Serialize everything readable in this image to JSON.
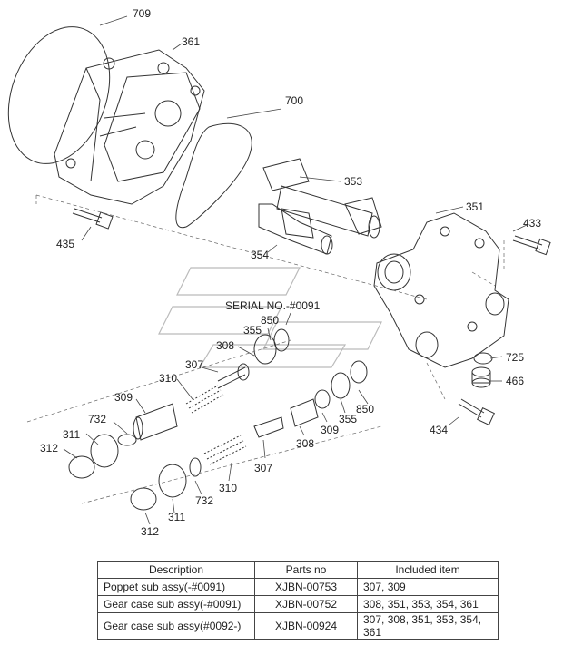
{
  "callouts": {
    "c709": "709",
    "c361": "361",
    "c700": "700",
    "c353": "353",
    "c351": "351",
    "c433": "433",
    "c435": "435",
    "c354": "354",
    "serial": "SERIAL NO.-#0091",
    "c850a": "850",
    "c355a": "355",
    "c308a": "308",
    "c307a": "307",
    "c310a": "310",
    "c309a": "309",
    "c732a": "732",
    "c311a": "311",
    "c312a": "312",
    "c725": "725",
    "c466": "466",
    "c850b": "850",
    "c355b": "355",
    "c309b": "309",
    "c308b": "308",
    "c434": "434",
    "c307b": "307",
    "c310b": "310",
    "c732b": "732",
    "c311b": "311",
    "c312b": "312"
  },
  "table": {
    "headers": [
      "Description",
      "Parts no",
      "Included item"
    ],
    "rows": [
      [
        "Poppet sub assy(-#0091)",
        "XJBN-00753",
        "307, 309"
      ],
      [
        "Gear case sub assy(-#0091)",
        "XJBN-00752",
        "308, 351, 353, 354, 361"
      ],
      [
        "Gear case sub assy(#0092-)",
        "XJBN-00924",
        "307, 308, 351, 353, 354, 361"
      ]
    ]
  }
}
